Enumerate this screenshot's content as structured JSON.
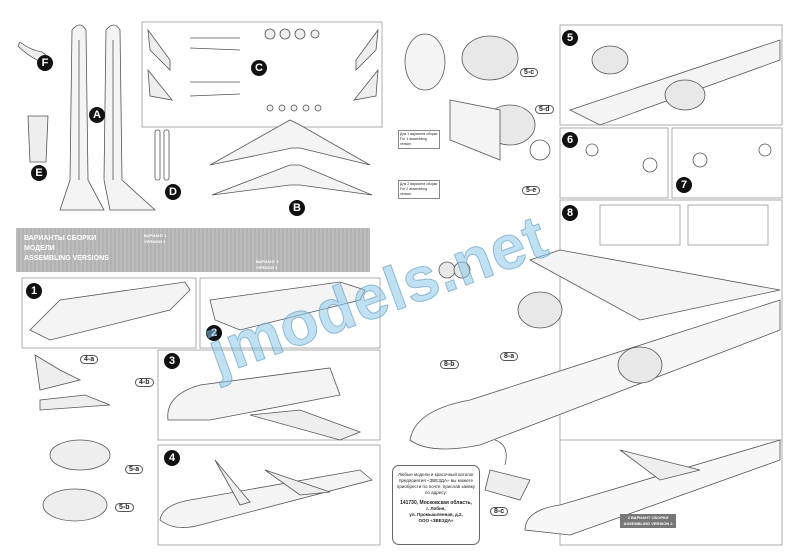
{
  "steps": [
    "1",
    "2",
    "3",
    "4",
    "5",
    "6",
    "7",
    "8"
  ],
  "parts": {
    "a": "A",
    "b": "B",
    "c": "C",
    "d": "D",
    "e": "E",
    "f": "F"
  },
  "subs": [
    "4-a",
    "4-b",
    "5-a",
    "5-b",
    "5-c",
    "5-d",
    "5-e",
    "8-a",
    "8-b",
    "8-c"
  ],
  "banner": {
    "line1": "ВАРИАНТЫ СБОРКИ",
    "line2": "МОДЕЛИ",
    "line3": "ASSEMBLING VERSIONS",
    "v1a": "ВАРИАНТ 1",
    "v1b": "VERSION 1",
    "v2a": "ВАРИАНТ 2",
    "v2b": "VERSION 2"
  },
  "address": {
    "text": "Любые модели и красочный каталог предприятия «ЗВЕЗДА» вы можете приобрести по почте, прислав заявку по адресу:",
    "line1": "141730, Московская область,",
    "line2": "г. Лобня,",
    "line3": "ул. Промышленная, д.2,",
    "line4": "ООО «ЗВЕЗДА»"
  },
  "version2": {
    "line1": "2 ВАРИАНТ СБОРКИ",
    "line2": "ASSEMBLING VERSION 2"
  },
  "notes": {
    "n1": "Для 1 варианта сборки For 1 assembling version",
    "n2": "Для 2 варианта сборки For 2 assembling version"
  },
  "watermark": "jmodels.net"
}
